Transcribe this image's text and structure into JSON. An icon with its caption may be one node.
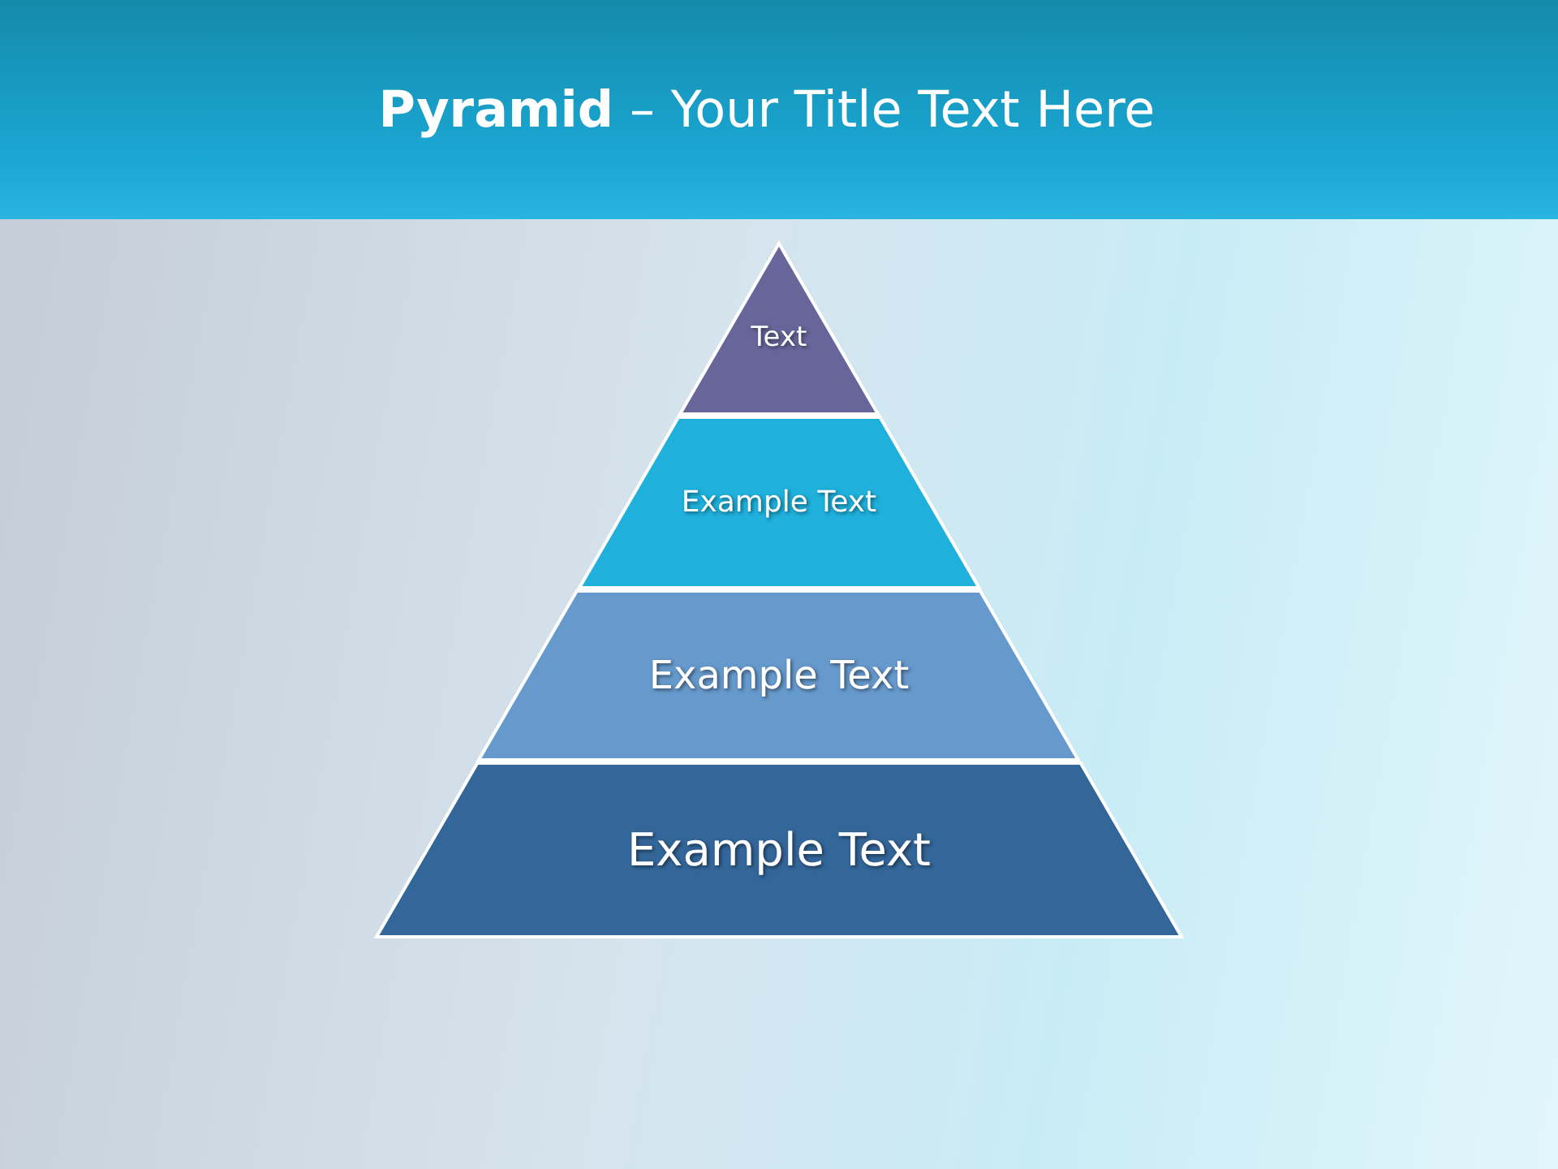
{
  "diagram": {
    "title": "**Pyramid** – Your Title Text Here",
    "nodes": [
      {
        "text": [
          "Text"
        ]
      },
      {
        "text": [
          "Example Text"
        ]
      },
      {
        "text": [
          "Example Text"
        ]
      },
      {
        "text": [
          "Example Text"
        ]
      }
    ]
  }
}
